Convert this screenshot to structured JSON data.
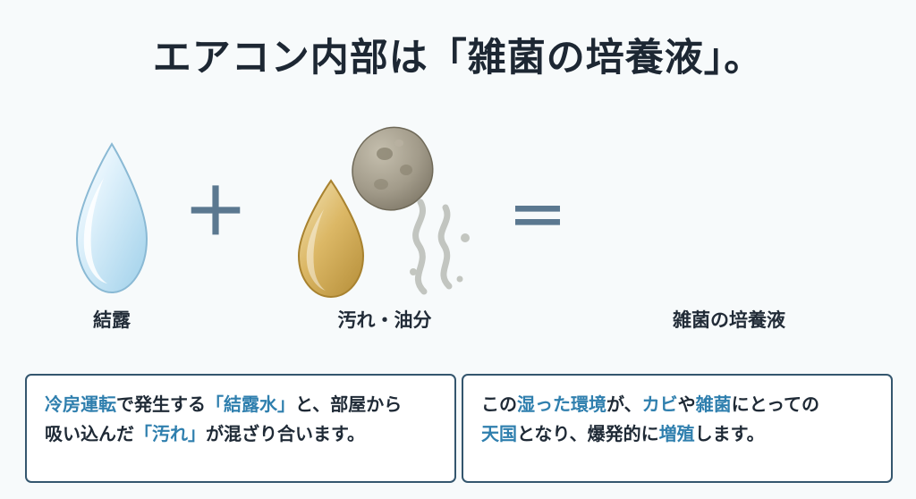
{
  "title": "エアコン内部は「雑菌の培養液」。",
  "equation": {
    "terms": [
      {
        "icon": "water-drop-icon",
        "caption": "結露"
      },
      {
        "icon": "oil-dirt-icon",
        "caption": "汚れ・油分"
      },
      {
        "icon": "fin-culture-icon",
        "caption": "雑菌の培養液"
      }
    ],
    "operators": {
      "plus": "＋",
      "equals": "＝"
    }
  },
  "notes": {
    "left": {
      "line1_a": "冷房運転",
      "line1_b": "で発生する",
      "line1_c": "「結露水」",
      "line1_d": "と、部屋から",
      "line2_a": "吸い込んだ",
      "line2_b": "「汚れ」",
      "line2_c": "が混ざり合います。"
    },
    "right": {
      "line1_a": "この",
      "line1_b": "湿った環境",
      "line1_c": "が、",
      "line1_d": "カビ",
      "line1_e": "や",
      "line1_f": "雑菌",
      "line1_g": "にとっての",
      "line2_a": "天国",
      "line2_b": "となり、爆発的に",
      "line2_c": "増殖",
      "line2_d": "します。"
    }
  },
  "colors": {
    "background": "#f7fafb",
    "title": "#1d2733",
    "accent": "#2f7fae",
    "box_border": "#34566e",
    "operator": "#5b7890",
    "water": "#bfe2f4",
    "oil": "#d4ad5c",
    "dirt": "#9a9384",
    "fin_metal": "#cfd4d1",
    "germ": "#b8bb63"
  }
}
